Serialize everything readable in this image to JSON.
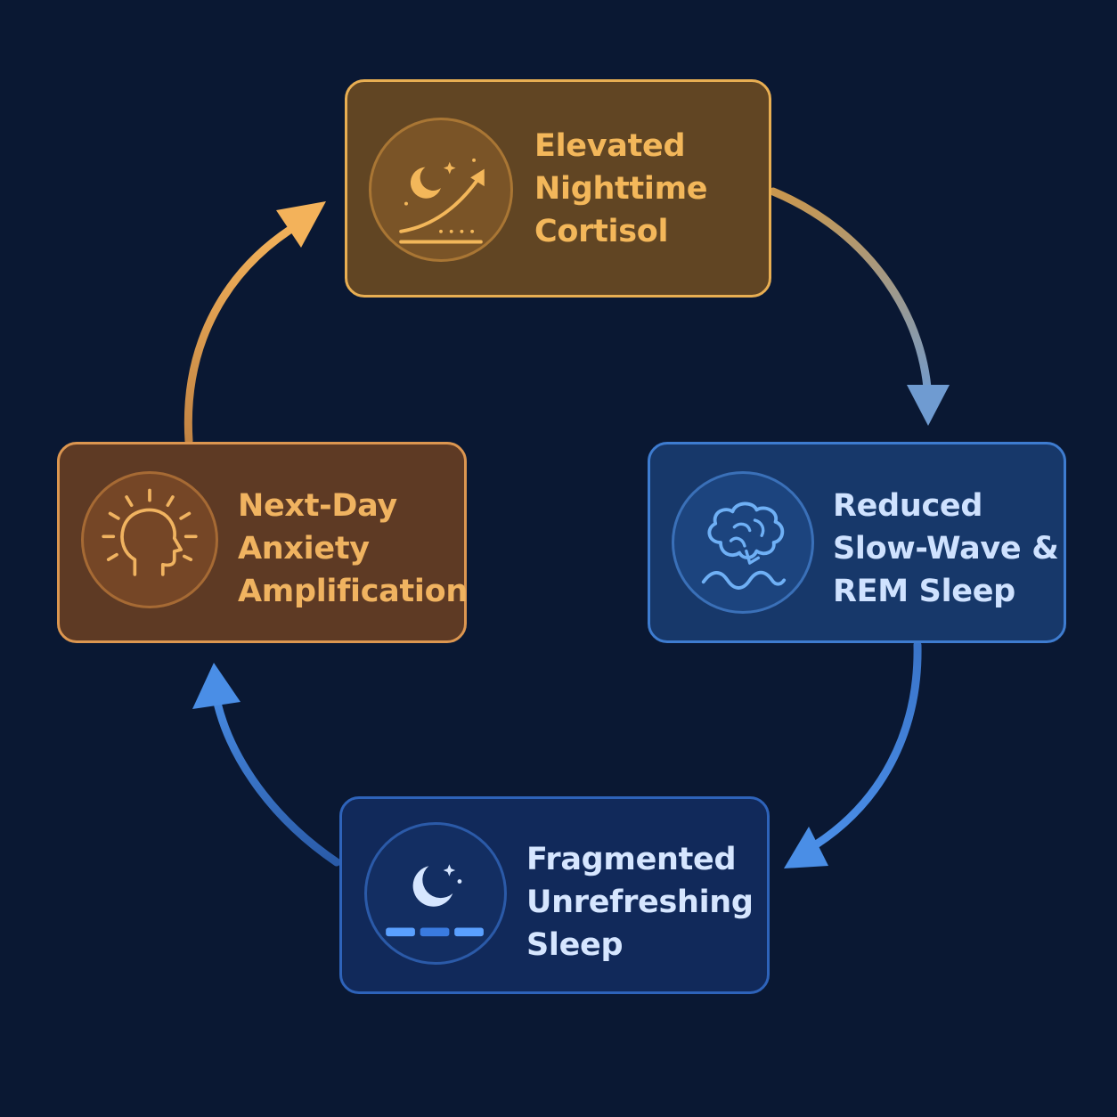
{
  "cycle": {
    "steps": [
      {
        "id": "cortisol",
        "lines": [
          "Elevated",
          "Nighttime",
          "Cortisol"
        ],
        "icon": "moon-rising-curve-icon",
        "color": "#f3b75a"
      },
      {
        "id": "rem",
        "lines": [
          "Reduced",
          "Slow-Wave &",
          "REM Sleep"
        ],
        "icon": "brain-wave-icon",
        "color": "#cfe2ff"
      },
      {
        "id": "frag",
        "lines": [
          "Fragmented",
          "Unrefreshing",
          "Sleep"
        ],
        "icon": "moon-broken-line-icon",
        "color": "#d6e6ff"
      },
      {
        "id": "anxiety",
        "lines": [
          "Next-Day",
          "Anxiety",
          "Amplification"
        ],
        "icon": "head-radiating-icon",
        "color": "#f0b360"
      }
    ]
  },
  "colors": {
    "background": "#0a1833",
    "amber": "#f3b75a",
    "blue": "#3f86e2",
    "light_blue": "#8cbcf2"
  }
}
